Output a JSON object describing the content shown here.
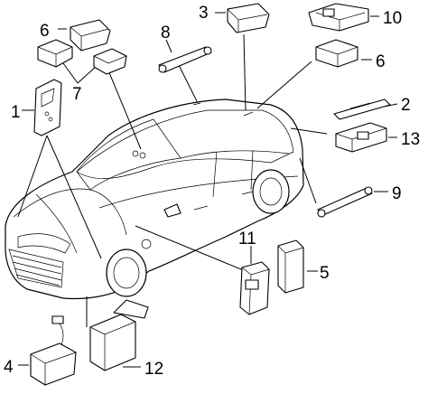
{
  "callouts": {
    "c1": "1",
    "c2": "2",
    "c3": "3",
    "c4": "4",
    "c5": "5",
    "c6a": "6",
    "c6b": "6",
    "c7": "7",
    "c8": "8",
    "c9": "9",
    "c10": "10",
    "c11": "11",
    "c12": "12",
    "c13": "13"
  },
  "icons": {
    "key_fob": "key-fob-icon",
    "vehicle": "vehicle-icon"
  }
}
